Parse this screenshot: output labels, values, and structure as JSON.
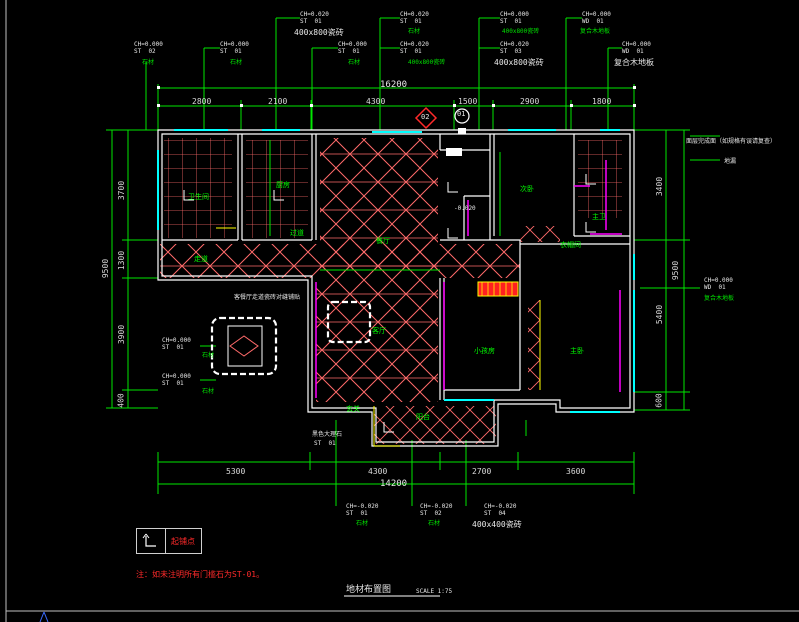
{
  "title": {
    "main": "地材布置图",
    "scale": "SCALE 1:75"
  },
  "note": "注：如未注明所有门槛石为ST-01。",
  "legend": {
    "label": "起铺点",
    "icon": "start-point-icon"
  },
  "colors": {
    "background": "#000000",
    "wall": "#ffffff",
    "dimension": "#00ff00",
    "tile_grid": "#ff6a6a",
    "window": "#00ffff",
    "accent": "#ff00ff",
    "door": "#ffff00"
  },
  "dimensions": {
    "top_total": "16200",
    "top_segments": [
      "2800",
      "2100",
      "4300",
      "1500",
      "2900",
      "1800"
    ],
    "bottom_total": "14200",
    "bottom_segments": [
      "5300",
      "4300",
      "2700",
      "3600"
    ],
    "left_total": "9500",
    "left_segments": [
      "3700",
      "1300",
      "3900",
      "400"
    ],
    "right_total": "9500",
    "right_segments": [
      "3400",
      "5400",
      "600"
    ]
  },
  "tags": [
    {
      "id": "t1",
      "line1": "CH=0.020",
      "line2": "ST  01",
      "sub": "400x800瓷砖"
    },
    {
      "id": "t2",
      "line1": "CH=0.020",
      "line2": "ST  01",
      "sub": "石材"
    },
    {
      "id": "t3",
      "line1": "CH=0.000",
      "line2": "ST  01",
      "sub": "400x800瓷砖"
    },
    {
      "id": "t4",
      "line1": "CH=0.000",
      "line2": "WD  01",
      "sub": "复合木地板"
    },
    {
      "id": "t5",
      "line1": "CH=0.000",
      "line2": "ST  02",
      "sub": "石材"
    },
    {
      "id": "t6",
      "line1": "CH=0.000",
      "line2": "ST  01",
      "sub": "石材"
    },
    {
      "id": "t7",
      "line1": "CH=0.000",
      "line2": "ST  01",
      "sub": "石材"
    },
    {
      "id": "t8",
      "line1": "CH=0.020",
      "line2": "ST  01",
      "sub": "400x800瓷砖"
    },
    {
      "id": "t9",
      "line1": "CH=0.020",
      "line2": "ST  03",
      "sub": "400x800瓷砖"
    },
    {
      "id": "t10",
      "line1": "CH=0.000",
      "line2": "WD  01",
      "sub": "复合木地板"
    },
    {
      "id": "t11",
      "line1": "CH=0.000",
      "line2": "ST  01",
      "sub": "石材"
    },
    {
      "id": "t12",
      "line1": "CH=0.000",
      "line2": "ST  01",
      "sub": "石材"
    },
    {
      "id": "t13",
      "line1": "CH=0.000",
      "line2": "WD  01",
      "sub": "复合木地板"
    },
    {
      "id": "t14",
      "line1": "CH=-0.020",
      "line2": "ST  01",
      "sub": "石材"
    },
    {
      "id": "t15",
      "line1": "CH=-0.020",
      "line2": "ST  02",
      "sub": "石材"
    },
    {
      "id": "t16",
      "line1": "CH=-0.020",
      "line2": "ST  04",
      "sub": "400x400瓷砖"
    },
    {
      "id": "t17",
      "line1": "黑色大理石",
      "line2": "ST  01",
      "sub": ""
    }
  ],
  "rooms": [
    "卫生间",
    "厨房",
    "餐厅",
    "客厅",
    "次卧",
    "主卧",
    "小孩房",
    "衣帽间",
    "走道",
    "主卫",
    "阳台",
    "过道",
    "玄关"
  ],
  "annotations": {
    "right_top": "面层完成面（如规格有误请复查）",
    "right_top2": "地漏",
    "center_note": "客餐厅走道瓷砖对缝铺贴",
    "elev_mark": "-0.020",
    "section_marks": [
      "02",
      "01"
    ]
  }
}
